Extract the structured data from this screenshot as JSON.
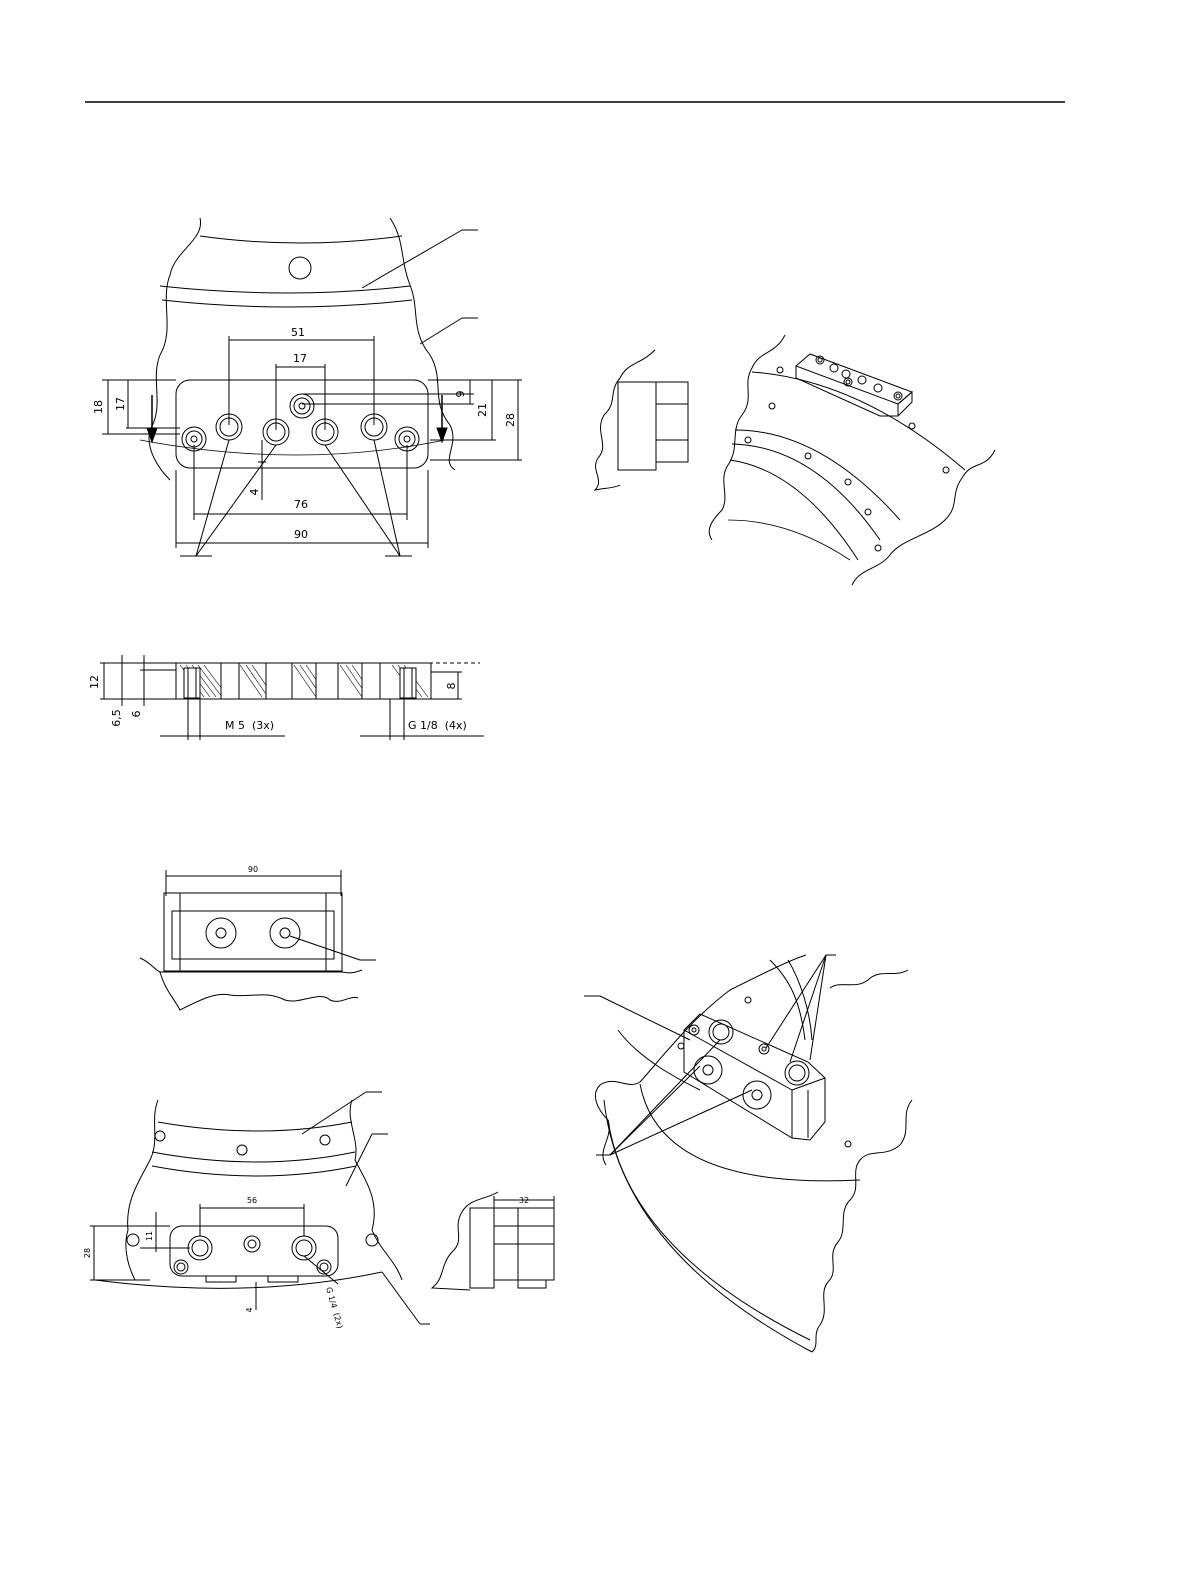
{
  "drawing1": {
    "dims": {
      "d51": "51",
      "d17": "17",
      "d18": "18",
      "d17v": "17",
      "d9": "9",
      "d21": "21",
      "d28": "28",
      "d4": "4",
      "d76": "76",
      "d90": "90"
    }
  },
  "section": {
    "dims": {
      "d12": "12",
      "d65": "6,5",
      "d6": "6",
      "d8": "8"
    },
    "callouts": {
      "m5": "M 5  (3x)",
      "g18": "G 1/8  (4x)"
    }
  },
  "drawing3": {
    "dims": {
      "d90": "90"
    }
  },
  "drawing4": {
    "dims": {
      "d56": "56",
      "d28": "28",
      "d11": "11",
      "d4": "4",
      "d32": "32"
    },
    "callouts": {
      "g14": "G 1/4  (2x)"
    }
  }
}
